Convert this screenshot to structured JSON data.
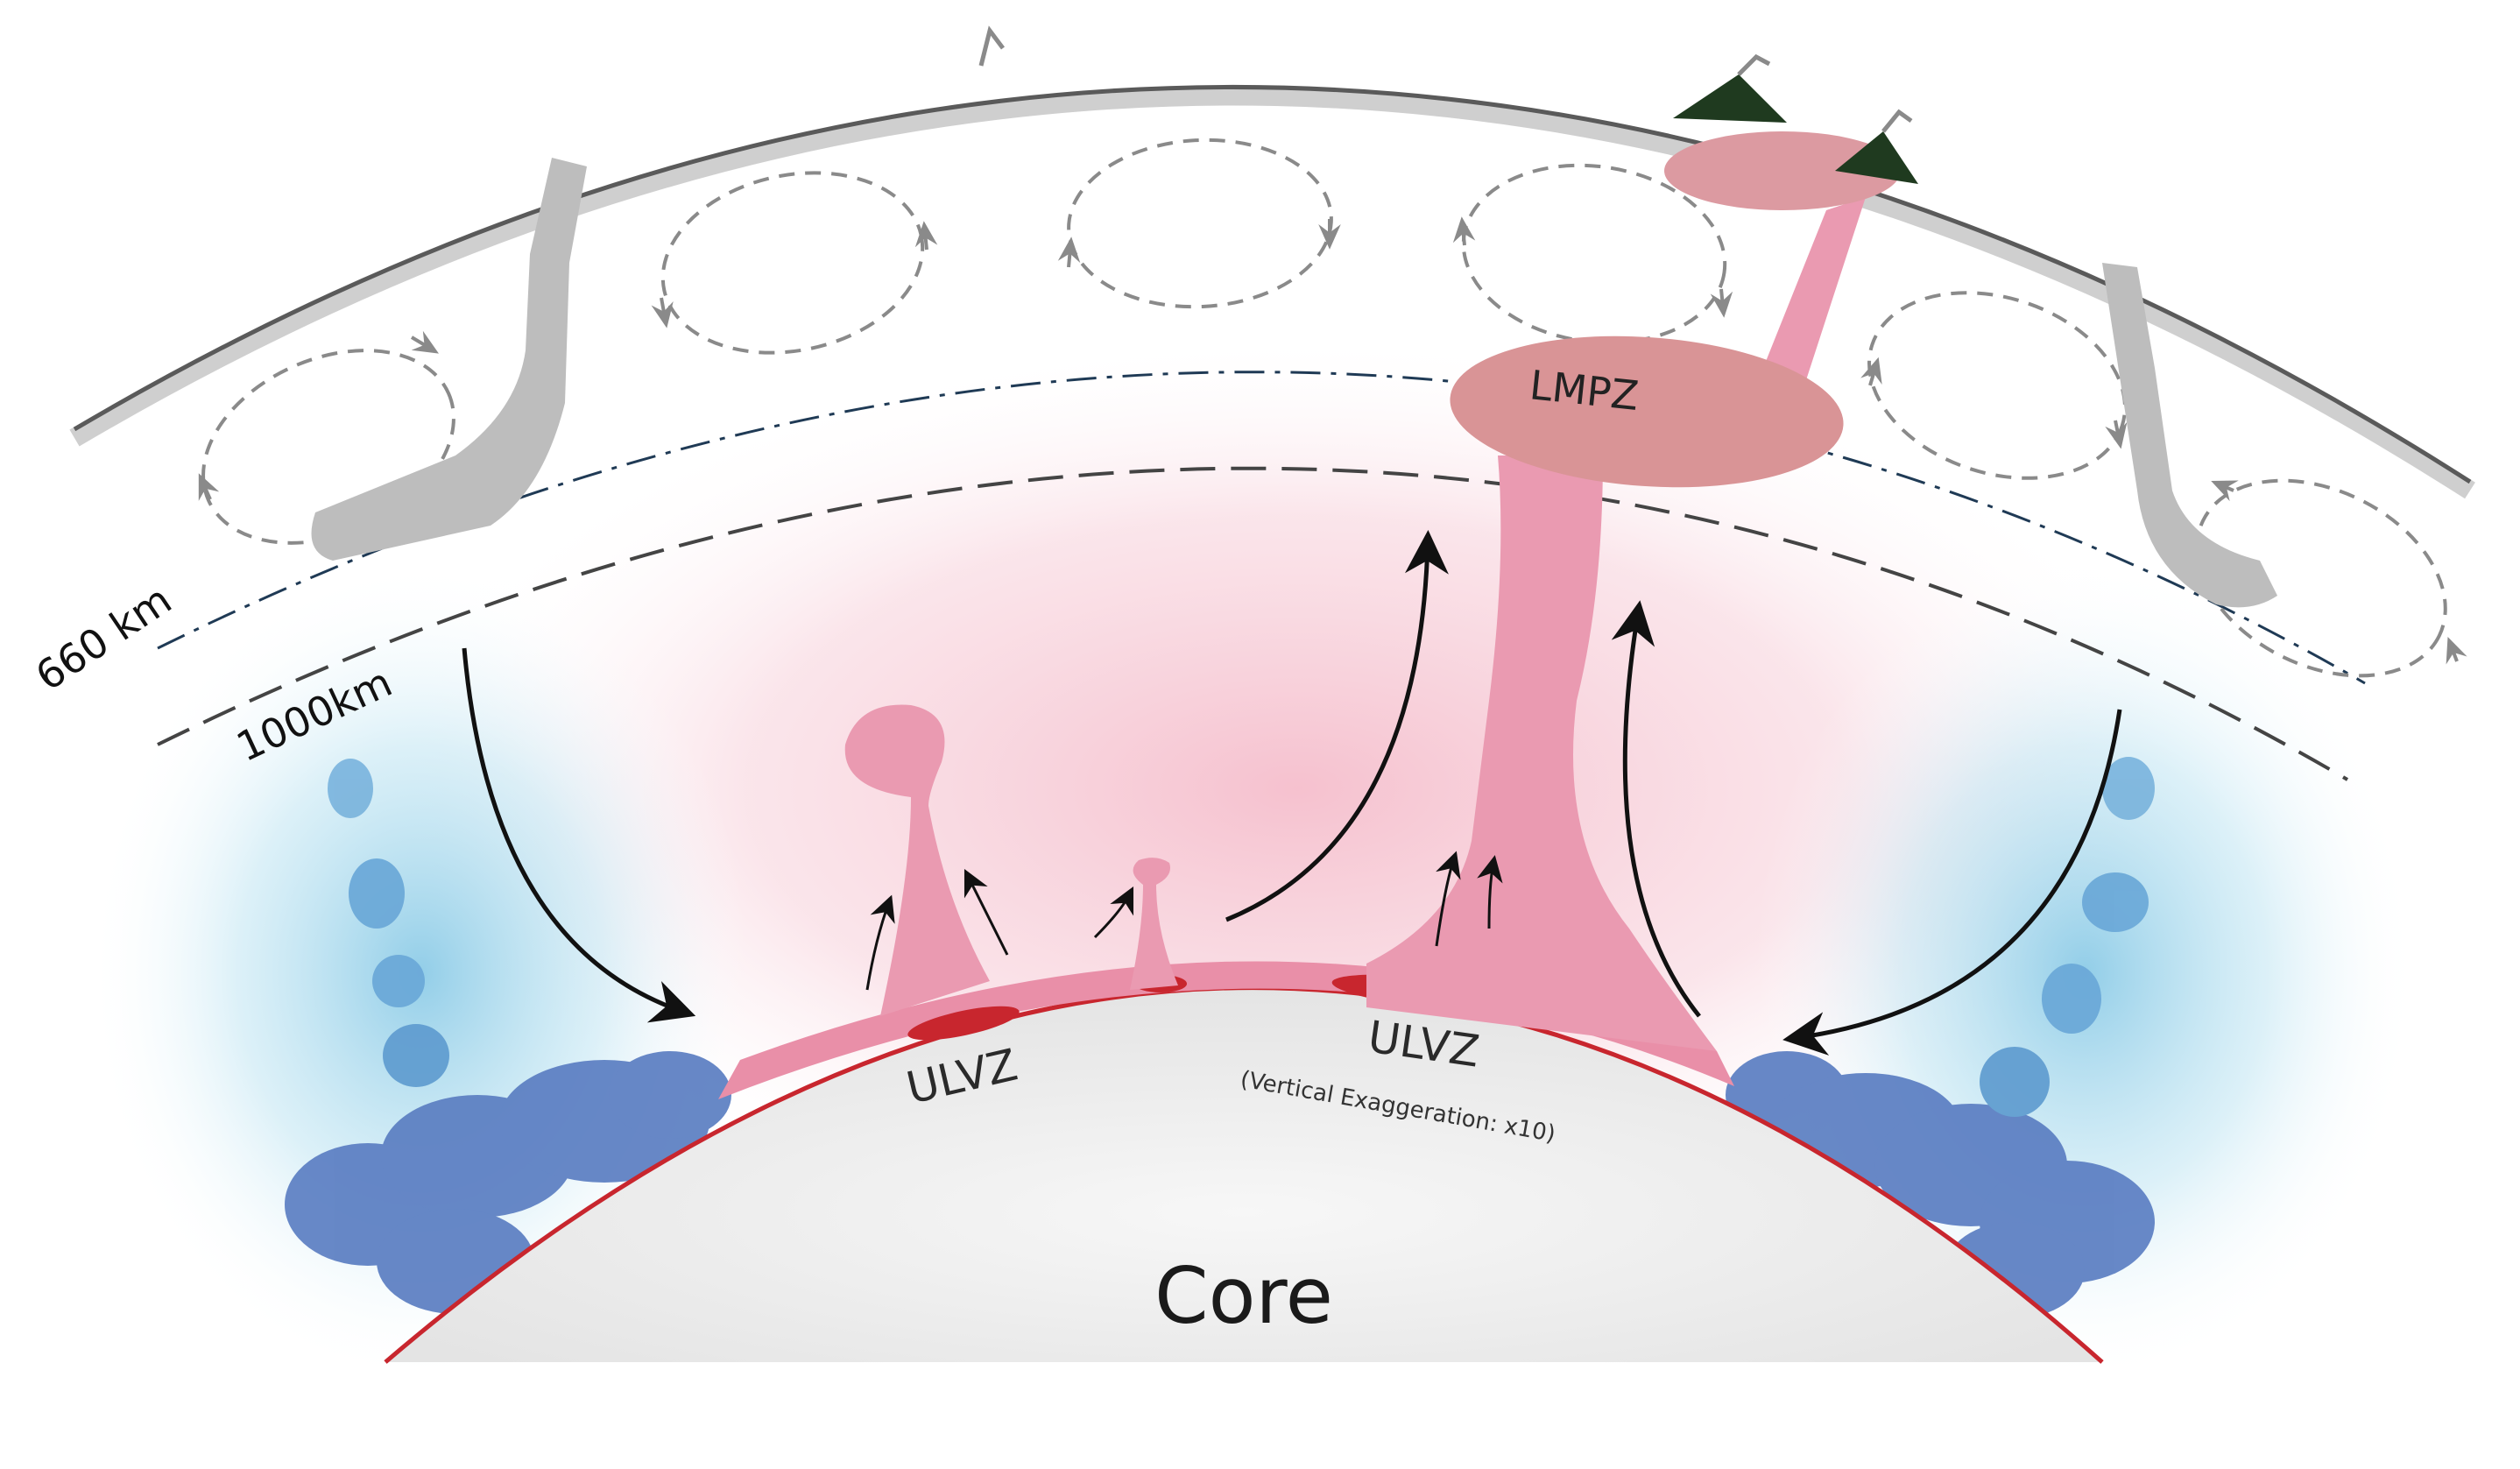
{
  "labels": {
    "core": "Core",
    "ulvz_left": "ULVZ",
    "ulvz_right": "ULVZ",
    "ulvz_note": "(Vertical Exaggeration: x10)",
    "lmpz": "LMPZ",
    "depth_660": "660 km",
    "depth_1000": "1000km"
  },
  "colors": {
    "core_boundary": "#c8262e",
    "plume_pink": "#e98fa8",
    "lmpz_fill": "#d99496",
    "slab_gray": "#b9b9b9",
    "pile_blue": "#4b6fb8",
    "hot_haze": "#f6c7d3",
    "cold_haze": "#9fd3ea"
  }
}
